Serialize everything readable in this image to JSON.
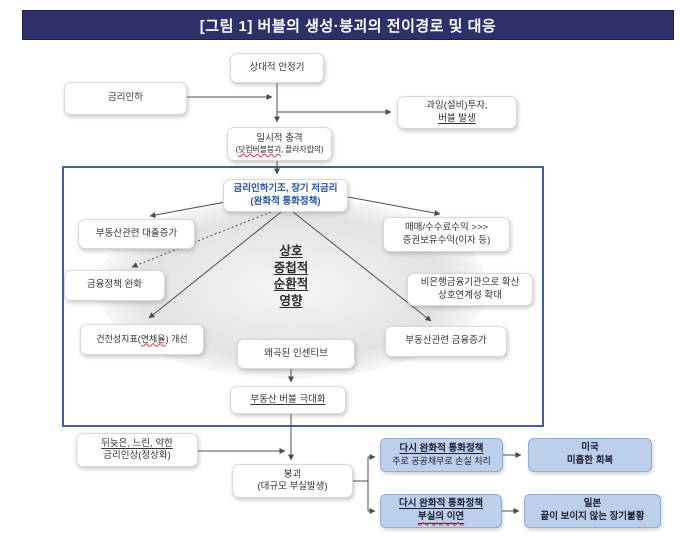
{
  "title": "[그림 1] 버블의 생성·붕괴의 전이경로 및 대응",
  "colors": {
    "title_bg": "#2e3169",
    "frame_border": "#3f5f9e",
    "accent_text": "#2a52a0",
    "policy_box_bg": "#bcd0ec",
    "arrow": "#4d4d4d",
    "squiggle": "#cf3a3a"
  },
  "top": {
    "stability": "상대적 안정기",
    "rate_cut": "금리인하",
    "overinvest": {
      "line1": "과잉(설비)투자,",
      "line2": "버블 발생"
    },
    "shock": {
      "line1": "일시적 충격",
      "pre": "(",
      "typo": "닷컴버블붕괴",
      "post": ", 플라자합의)"
    }
  },
  "loop": {
    "policy": {
      "line1": "금리인하기조, 장기 저금리",
      "line2": "(완화적 통화정책)"
    },
    "loan_increase": "부동산관련 대출증가",
    "fee_income": {
      "line1": "매매/수수료수익 >>>",
      "line2": "증권보유수익(이자 등)"
    },
    "easing": "금융정책 완화",
    "nonbank": {
      "line1": "비은행금융기관으로 확산",
      "line2": "상호연계성 확대"
    },
    "soundness": {
      "pre": "건전성지표(",
      "typo": "연체율",
      "post": ") 개선"
    },
    "incentive": "왜곡된 인센티브",
    "re_finance": "부동산관련 금융증가",
    "bubble_max": "부동산 버블 극대화",
    "center": {
      "l1": "상호",
      "l2": "중첩적",
      "l3": "순환적",
      "l4": "영향"
    }
  },
  "bottom": {
    "late_hike": {
      "line1": "뒤늦은, 느린, 약한",
      "line2": "금리인상(정상화)"
    },
    "collapse": {
      "line1": "붕괴",
      "line2": "(대규모 부실발생)"
    },
    "us_policy": {
      "line1": "다시 완화적 통화정책",
      "line2": "주로 공공채무로 손실 처리"
    },
    "us_outcome": {
      "line1": "미국",
      "line2": "미흡한 회복"
    },
    "jp_policy": {
      "line1": "다시 완화적 통화정책",
      "line2": "부실의 이연"
    },
    "jp_outcome": {
      "line1": "일본",
      "line2": "끝이 보이지 않는 장기불황"
    }
  }
}
